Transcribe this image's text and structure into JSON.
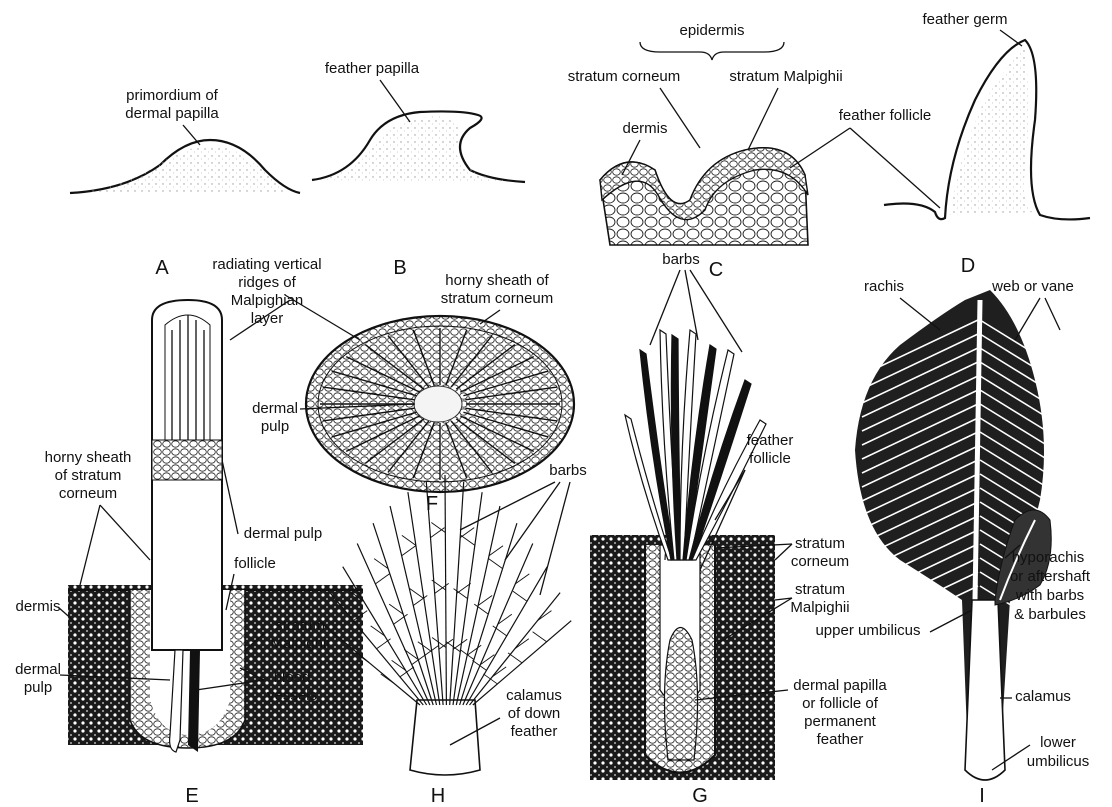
{
  "panels": {
    "A": {
      "letter": "A",
      "labels": [
        "primordium of",
        "dermal papilla"
      ]
    },
    "B": {
      "letter": "B",
      "labels": [
        "feather papilla"
      ]
    },
    "C": {
      "letter": "C",
      "labels": [
        "epidermis",
        "stratum corneum",
        "stratum Malpighii",
        "dermis"
      ]
    },
    "D": {
      "letter": "D",
      "labels": [
        "feather germ",
        "feather follicle"
      ]
    },
    "E": {
      "letter": "E",
      "labels": [
        "horny sheath",
        "of stratum",
        "corneum",
        "dermal pulp",
        "follicle",
        "dermis",
        "stratum",
        "Malpighii",
        "dermal",
        "pulp",
        "blood",
        "vessels"
      ]
    },
    "F": {
      "letter": "F",
      "labels": [
        "radiating vertical",
        "ridges of",
        "Malpighian",
        "layer",
        "horny sheath of",
        "stratum corneum",
        "dermal",
        "pulp"
      ]
    },
    "G": {
      "letter": "G",
      "labels": [
        "barbs",
        "feather",
        "follicle",
        "stratum",
        "corneum",
        "stratum",
        "Malpighii",
        "dermal papilla",
        "or follicle of",
        "permanent",
        "feather"
      ]
    },
    "H": {
      "letter": "H",
      "labels": [
        "barbs",
        "calamus",
        "of down",
        "feather"
      ]
    },
    "I": {
      "letter": "I",
      "labels": [
        "rachis",
        "web or vane",
        "hyporachis",
        "or aftershaft",
        "with barbs",
        "& barbules",
        "upper umbilicus",
        "calamus",
        "lower",
        "umbilicus"
      ]
    }
  }
}
